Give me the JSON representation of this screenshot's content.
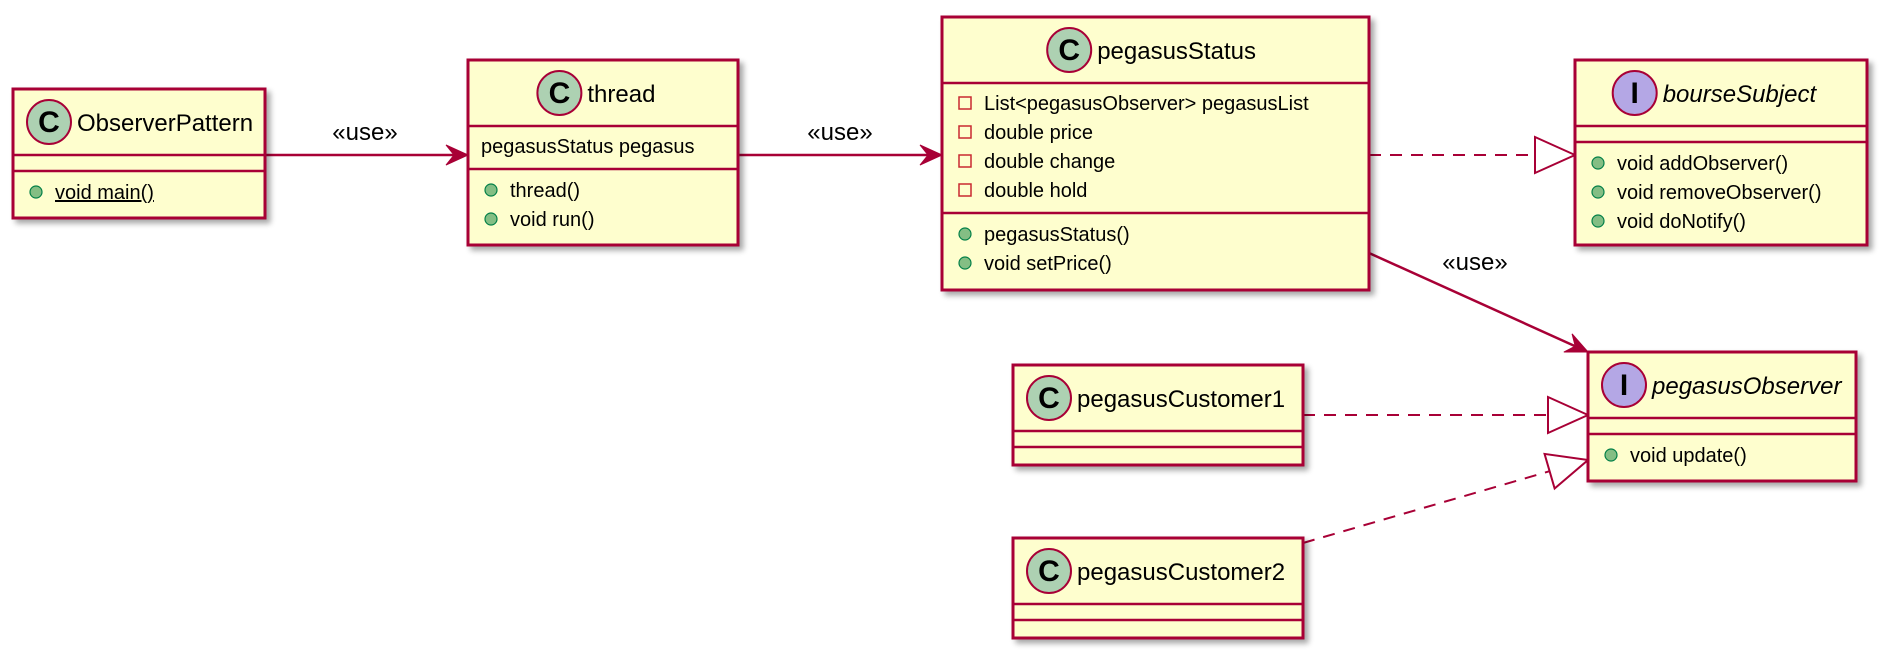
{
  "colors": {
    "box_fill": "#FEFECE",
    "border": "#A80036",
    "class_badge": "#ADD1B2",
    "interface_badge": "#B4A7E5",
    "public_dot": "#84BE84",
    "public_dot_stroke": "#038048",
    "private_square": "#C82930"
  },
  "classes": [
    {
      "id": "observer-pattern",
      "kind": "class",
      "badge": "C",
      "name": "ObserverPattern",
      "fields": [],
      "methods": [
        {
          "visibility": "public",
          "text": "void main()",
          "static": true
        }
      ]
    },
    {
      "id": "thread",
      "kind": "class",
      "badge": "C",
      "name": "thread",
      "fields": [
        {
          "visibility": "none",
          "text": "pegasusStatus pegasus"
        }
      ],
      "methods": [
        {
          "visibility": "public",
          "text": "thread()"
        },
        {
          "visibility": "public",
          "text": "void run()"
        }
      ]
    },
    {
      "id": "pegasus-status",
      "kind": "class",
      "badge": "C",
      "name": "pegasusStatus",
      "fields": [
        {
          "visibility": "private",
          "text": "List<pegasusObserver> pegasusList"
        },
        {
          "visibility": "private",
          "text": "double price"
        },
        {
          "visibility": "private",
          "text": "double change"
        },
        {
          "visibility": "private",
          "text": "double hold"
        }
      ],
      "methods": [
        {
          "visibility": "public",
          "text": "pegasusStatus()"
        },
        {
          "visibility": "public",
          "text": "void setPrice()"
        }
      ]
    },
    {
      "id": "bourse-subject",
      "kind": "interface",
      "badge": "I",
      "name": "bourseSubject",
      "fields": [],
      "methods": [
        {
          "visibility": "public",
          "text": "void addObserver()"
        },
        {
          "visibility": "public",
          "text": "void removeObserver()"
        },
        {
          "visibility": "public",
          "text": "void doNotify()"
        }
      ]
    },
    {
      "id": "pegasus-observer",
      "kind": "interface",
      "badge": "I",
      "name": "pegasusObserver",
      "fields": [],
      "methods": [
        {
          "visibility": "public",
          "text": "void update()"
        }
      ]
    },
    {
      "id": "pegasus-customer1",
      "kind": "class",
      "badge": "C",
      "name": "pegasusCustomer1",
      "fields": [],
      "methods": []
    },
    {
      "id": "pegasus-customer2",
      "kind": "class",
      "badge": "C",
      "name": "pegasusCustomer2",
      "fields": [],
      "methods": []
    }
  ],
  "relations": [
    {
      "id": "observerpattern-uses-thread",
      "from": "ObserverPattern",
      "to": "thread",
      "type": "use",
      "label": "«use»"
    },
    {
      "id": "thread-uses-pegasusstatus",
      "from": "thread",
      "to": "pegasusStatus",
      "type": "use",
      "label": "«use»"
    },
    {
      "id": "pegasusstatus-implements-boursesubject",
      "from": "pegasusStatus",
      "to": "bourseSubject",
      "type": "realization",
      "label": ""
    },
    {
      "id": "pegasusstatus-uses-pegasusobserver",
      "from": "pegasusStatus",
      "to": "pegasusObserver",
      "type": "use",
      "label": "«use»"
    },
    {
      "id": "customer1-implements-pegasusobserver",
      "from": "pegasusCustomer1",
      "to": "pegasusObserver",
      "type": "realization",
      "label": ""
    },
    {
      "id": "customer2-implements-pegasusobserver",
      "from": "pegasusCustomer2",
      "to": "pegasusObserver",
      "type": "realization",
      "label": ""
    }
  ]
}
